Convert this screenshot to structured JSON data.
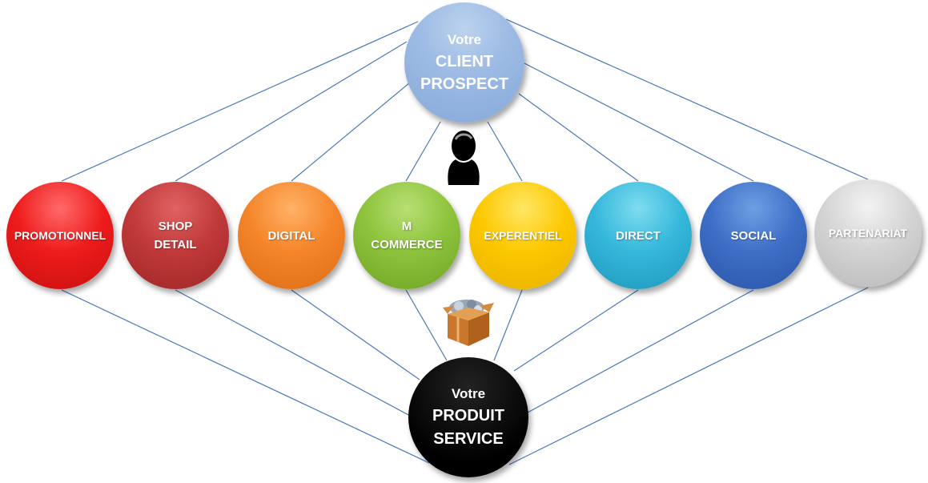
{
  "client": {
    "line1": "Votre",
    "line2": "CLIENT",
    "line3": "PROSPECT",
    "color": "#9dbbe4"
  },
  "product": {
    "line1": "Votre",
    "line2": "PRODUIT",
    "line3": "SERVICE",
    "color": "#000000"
  },
  "channels": [
    {
      "lines": [
        "PROMOTIONNEL"
      ],
      "color": "#ee1c1c"
    },
    {
      "lines": [
        "SHOP",
        "DETAIL"
      ],
      "color": "#c13a3a"
    },
    {
      "lines": [
        "DIGITAL"
      ],
      "color": "#f5852a"
    },
    {
      "lines": [
        "M",
        "COMMERCE"
      ],
      "color": "#8dc33c"
    },
    {
      "lines": [
        "EXPERENTIEL"
      ],
      "color": "#fcc800"
    },
    {
      "lines": [
        "DIRECT"
      ],
      "color": "#35b8db"
    },
    {
      "lines": [
        "SOCIAL"
      ],
      "color": "#3e6fc7"
    },
    {
      "lines": [
        "PARTENARIAT"
      ],
      "color": "#d4d4d4"
    }
  ],
  "icons": {
    "client_icon": "person-icon",
    "product_icon": "box-icon"
  },
  "connector_color": "#4a78b8"
}
